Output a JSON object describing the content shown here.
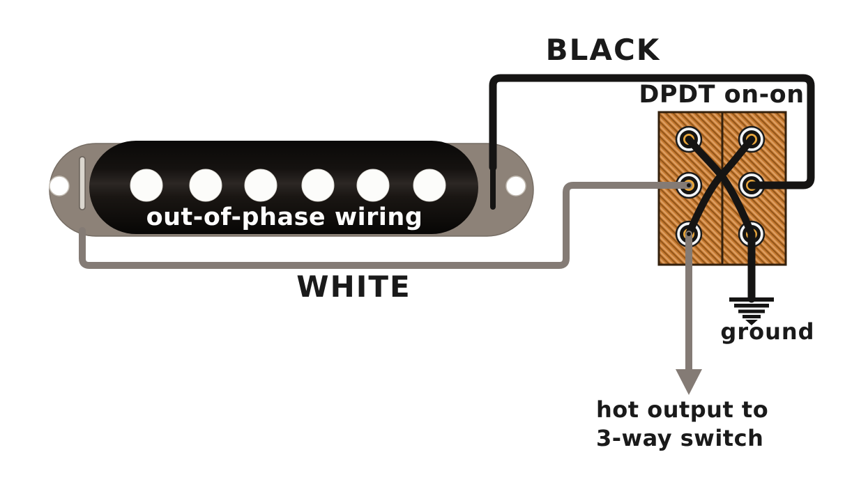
{
  "diagram": {
    "black_wire_label": "BLACK",
    "white_wire_label": "WHITE",
    "pickup_label": "out-of-phase wiring",
    "switch_label": "DPDT on-on",
    "ground_label": "ground",
    "output_label_line1": "hot output to",
    "output_label_line2": "3-way switch"
  },
  "colors": {
    "background": "#ffffff",
    "label_text": "#1a1a1a",
    "wire_black": "#151413",
    "wire_white_gray": "#847b75",
    "switch_orange": "#c4782e",
    "switch_border": "#33200d",
    "lug_gold": "#e8a63c",
    "lug_white": "#f3f5f7",
    "pickup_base_gray": "#8d8278",
    "pickup_cover_black": "#13100e"
  }
}
